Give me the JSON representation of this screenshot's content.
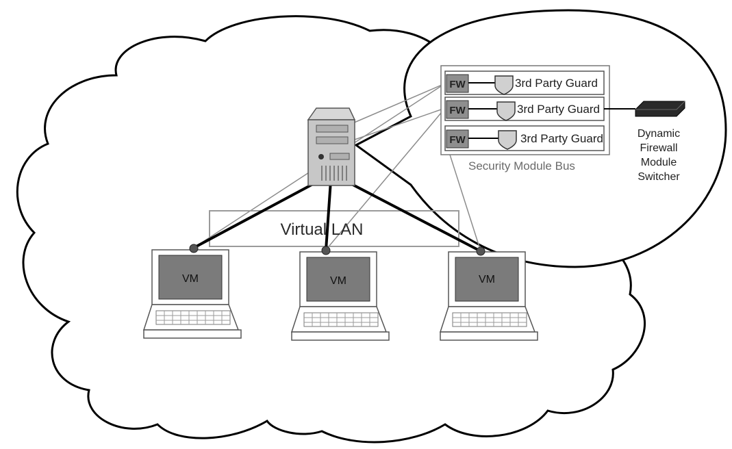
{
  "diagram": {
    "module_rows": [
      {
        "fw_label": "FW",
        "guard_label": "3rd Party Guard"
      },
      {
        "fw_label": "FW",
        "guard_label": "3rd Party Guard"
      },
      {
        "fw_label": "FW",
        "guard_label": "3rd Party Guard"
      }
    ],
    "bus_label": "Security Module Bus",
    "switcher_label_lines": [
      "Dynamic",
      "Firewall",
      "Module",
      "Switcher"
    ],
    "vlan_label": "Virtual LAN",
    "vms": [
      {
        "label": "VM"
      },
      {
        "label": "VM"
      },
      {
        "label": "VM"
      }
    ]
  }
}
